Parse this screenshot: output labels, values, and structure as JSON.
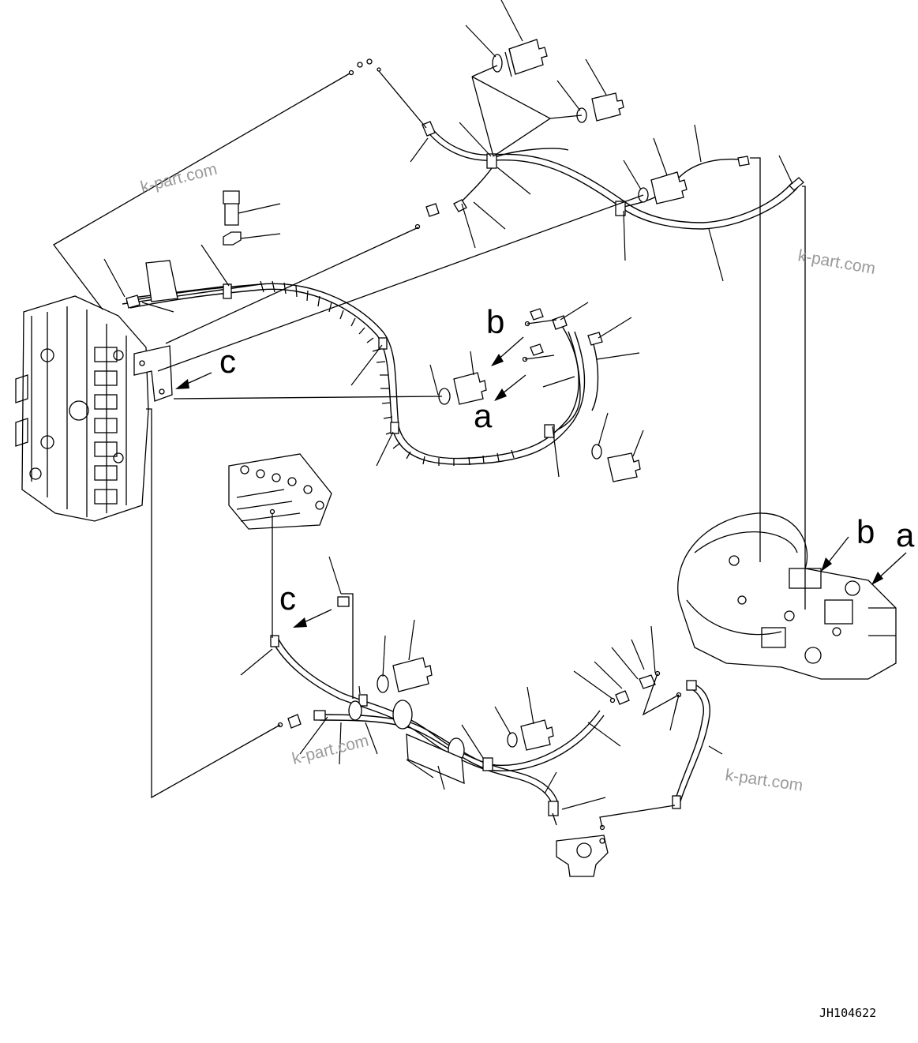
{
  "drawing_code": "JH104622",
  "watermarks": [
    "k-part.com",
    "k-part.com",
    "k-part.com",
    "k-part.com"
  ],
  "view_refs": {
    "a": "a",
    "b": "b",
    "c": "c"
  },
  "colors": {
    "line": "#000000",
    "watermark": "#9a9a9a",
    "background": "#ffffff"
  }
}
